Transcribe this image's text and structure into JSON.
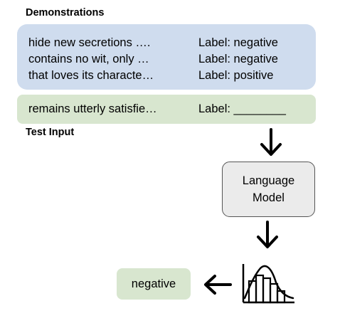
{
  "demonstrations": {
    "heading": "Demonstrations",
    "rows": [
      {
        "text": "hide new secretions ….",
        "label": "Label: negative"
      },
      {
        "text": "contains no wit, only …",
        "label": "Label: negative"
      },
      {
        "text": "that loves its characte…",
        "label": "Label: positive"
      }
    ]
  },
  "test_input": {
    "heading": "Test Input",
    "text": "remains utterly satisfie…",
    "label": "Label: ________"
  },
  "model": {
    "line1": "Language",
    "line2": "Model"
  },
  "output": {
    "value": "negative"
  },
  "colors": {
    "demo_box": "#cfdcee",
    "test_box": "#d8e6cf",
    "model_box": "#ebebeb"
  },
  "icons": {
    "arrow_down": "arrow-down-icon",
    "arrow_left": "arrow-left-icon",
    "distribution": "bar-chart-distribution-icon"
  }
}
